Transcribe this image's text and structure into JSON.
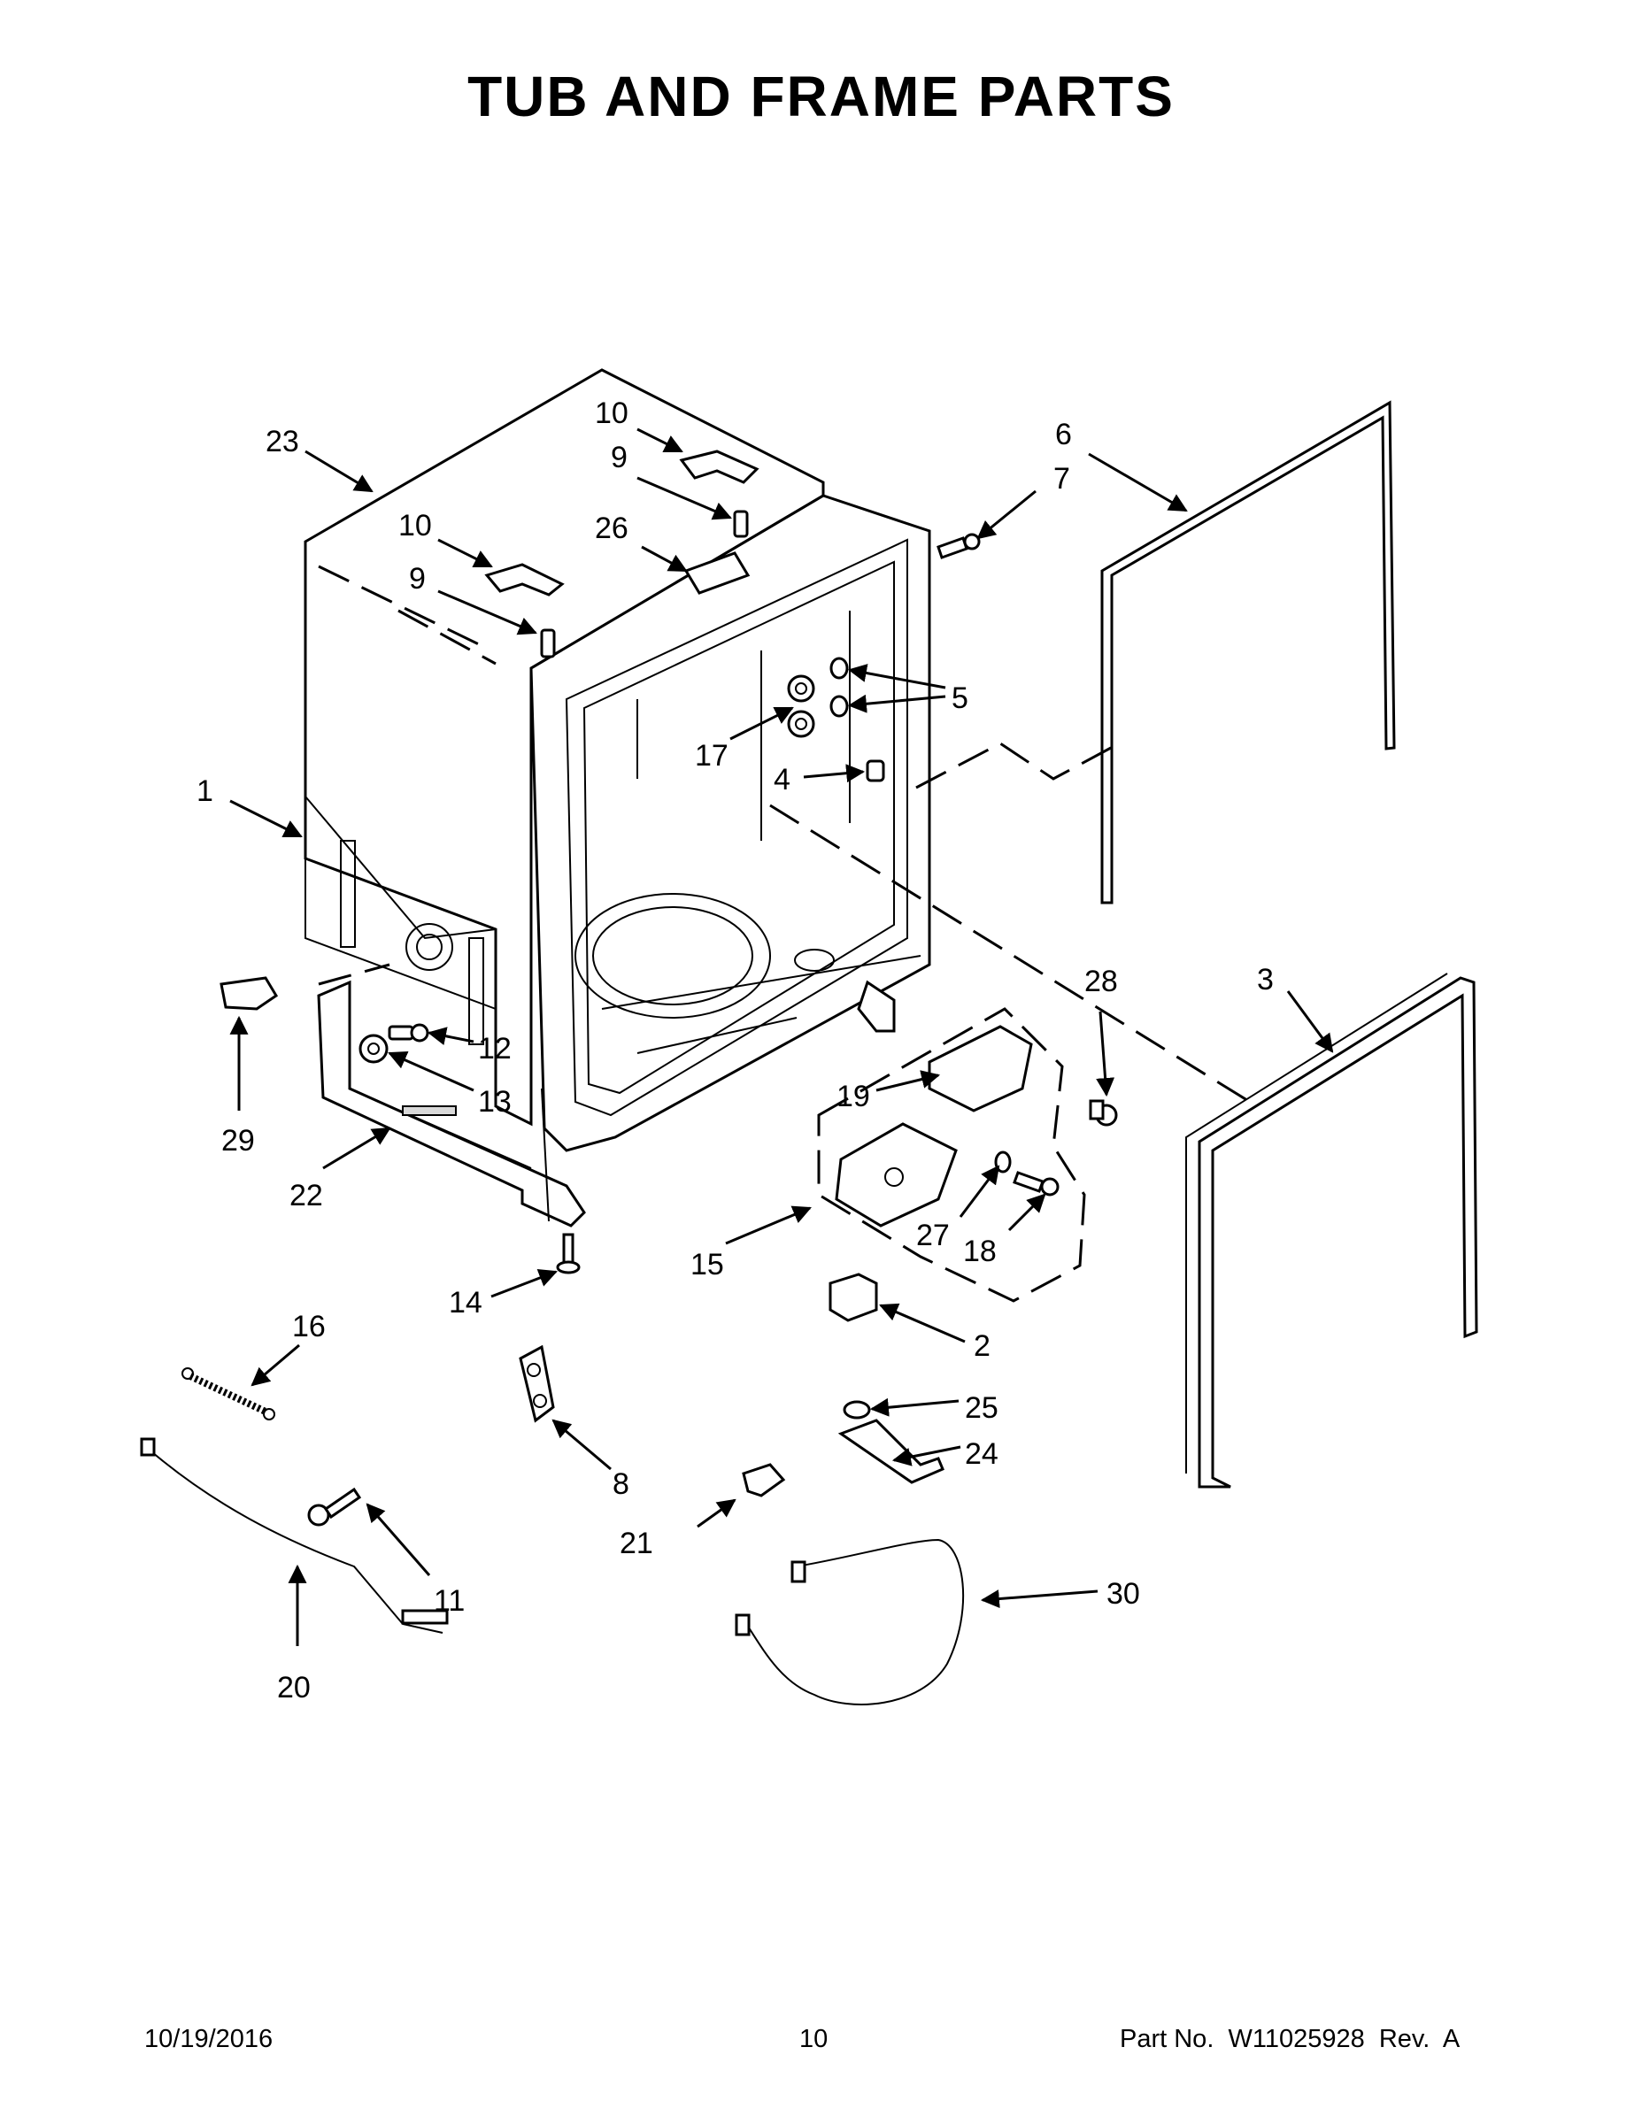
{
  "title": "TUB AND FRAME PARTS",
  "callouts": [
    {
      "id": "c1",
      "text": "1"
    },
    {
      "id": "c2",
      "text": "2"
    },
    {
      "id": "c3",
      "text": "3"
    },
    {
      "id": "c4",
      "text": "4"
    },
    {
      "id": "c5",
      "text": "5"
    },
    {
      "id": "c6",
      "text": "6"
    },
    {
      "id": "c7",
      "text": "7"
    },
    {
      "id": "c8",
      "text": "8"
    },
    {
      "id": "c9a",
      "text": "9"
    },
    {
      "id": "c9b",
      "text": "9"
    },
    {
      "id": "c10a",
      "text": "10"
    },
    {
      "id": "c10b",
      "text": "10"
    },
    {
      "id": "c11",
      "text": "11"
    },
    {
      "id": "c12",
      "text": "12"
    },
    {
      "id": "c13",
      "text": "13"
    },
    {
      "id": "c14",
      "text": "14"
    },
    {
      "id": "c15",
      "text": "15"
    },
    {
      "id": "c16",
      "text": "16"
    },
    {
      "id": "c17",
      "text": "17"
    },
    {
      "id": "c18",
      "text": "18"
    },
    {
      "id": "c19",
      "text": "19"
    },
    {
      "id": "c20",
      "text": "20"
    },
    {
      "id": "c21",
      "text": "21"
    },
    {
      "id": "c22",
      "text": "22"
    },
    {
      "id": "c23",
      "text": "23"
    },
    {
      "id": "c24",
      "text": "24"
    },
    {
      "id": "c25",
      "text": "25"
    },
    {
      "id": "c26",
      "text": "26"
    },
    {
      "id": "c27",
      "text": "27"
    },
    {
      "id": "c28",
      "text": "28"
    },
    {
      "id": "c29",
      "text": "29"
    },
    {
      "id": "c30",
      "text": "30"
    }
  ],
  "footer": {
    "date": "10/19/2016",
    "page": "10",
    "part_no": "Part No.  W11025928  Rev.  A"
  }
}
